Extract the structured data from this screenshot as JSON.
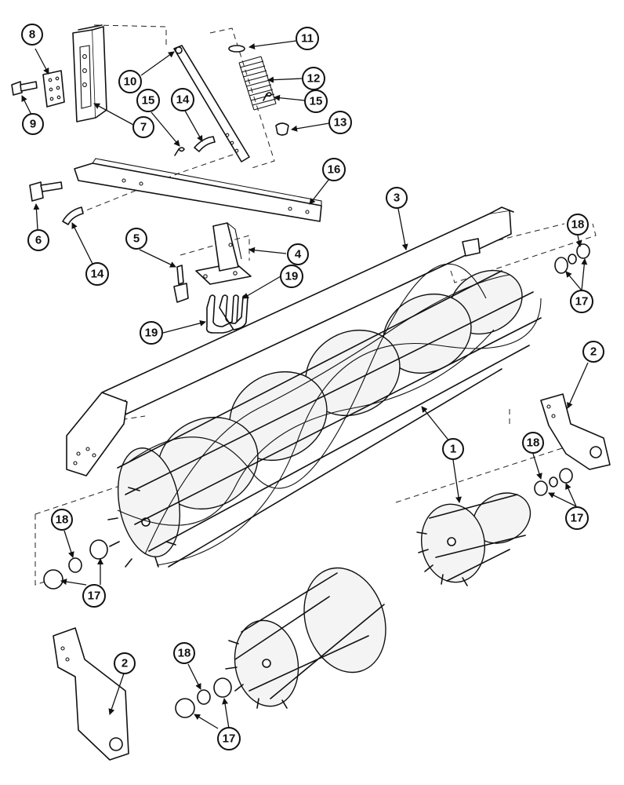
{
  "callouts": [
    {
      "id": "c8",
      "label": "8"
    },
    {
      "id": "c9",
      "label": "9"
    },
    {
      "id": "c7",
      "label": "7"
    },
    {
      "id": "c10",
      "label": "10"
    },
    {
      "id": "c15a",
      "label": "15"
    },
    {
      "id": "c14a",
      "label": "14"
    },
    {
      "id": "c11",
      "label": "11"
    },
    {
      "id": "c12",
      "label": "12"
    },
    {
      "id": "c15b",
      "label": "15"
    },
    {
      "id": "c13",
      "label": "13"
    },
    {
      "id": "c16",
      "label": "16"
    },
    {
      "id": "c6",
      "label": "6"
    },
    {
      "id": "c14b",
      "label": "14"
    },
    {
      "id": "c5",
      "label": "5"
    },
    {
      "id": "c4",
      "label": "4"
    },
    {
      "id": "c19a",
      "label": "19"
    },
    {
      "id": "c19b",
      "label": "19"
    },
    {
      "id": "c3",
      "label": "3"
    },
    {
      "id": "c18a",
      "label": "18"
    },
    {
      "id": "c17a",
      "label": "17"
    },
    {
      "id": "c2a",
      "label": "2"
    },
    {
      "id": "c1",
      "label": "1"
    },
    {
      "id": "c18b",
      "label": "18"
    },
    {
      "id": "c17b",
      "label": "17"
    },
    {
      "id": "c18c",
      "label": "18"
    },
    {
      "id": "c17c",
      "label": "17"
    },
    {
      "id": "c2b",
      "label": "2"
    },
    {
      "id": "c18d",
      "label": "18"
    },
    {
      "id": "c17d",
      "label": "17"
    }
  ]
}
